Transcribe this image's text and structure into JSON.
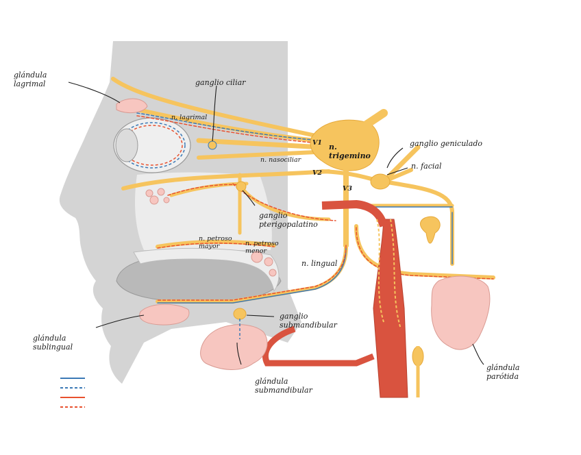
{
  "labels": {
    "lacrimal_gland": [
      "glándula",
      "lagrimal"
    ],
    "ciliary_ganglion": "ganglio ciliar",
    "lacrimal_nerve": "n. lagrimal",
    "nasociliary_nerve": "n. nasociliar",
    "v1": "V1",
    "v2": "V2",
    "v3": "V3",
    "trigeminal_nerve": [
      "n.",
      "trigemino"
    ],
    "geniculate_ganglion": "ganglio geniculado",
    "facial_nerve": "n. facial",
    "pterygopalatine_ganglion": [
      "ganglio",
      "pterigopalatino"
    ],
    "greater_petrosal": [
      "n. petroso",
      "mayor"
    ],
    "lesser_petrosal": [
      "n. petroso",
      "menor"
    ],
    "lingual_nerve": "n. lingual",
    "sublingual_gland": [
      "glándula",
      "sublingual"
    ],
    "submandibular_ganglion": [
      "ganglio",
      "submandibular"
    ],
    "submandibular_gland": [
      "glándula",
      "submandibular"
    ],
    "parotid_gland": [
      "glándula",
      "parótida"
    ]
  },
  "legend": [
    {
      "style": "solid",
      "color": "#3a78b5"
    },
    {
      "style": "dashed",
      "color": "#3a78b5"
    },
    {
      "style": "solid",
      "color": "#e8502e"
    },
    {
      "style": "dashed",
      "color": "#e8502e"
    }
  ],
  "colors": {
    "nerve": "#f6c45e",
    "nerve_dark": "#e6a93a",
    "symp_pre": "#3a78b5",
    "para_pre": "#e8502e",
    "head": "#d3d3d3",
    "gland": "#f7c6c0",
    "artery": "#d9533f"
  }
}
